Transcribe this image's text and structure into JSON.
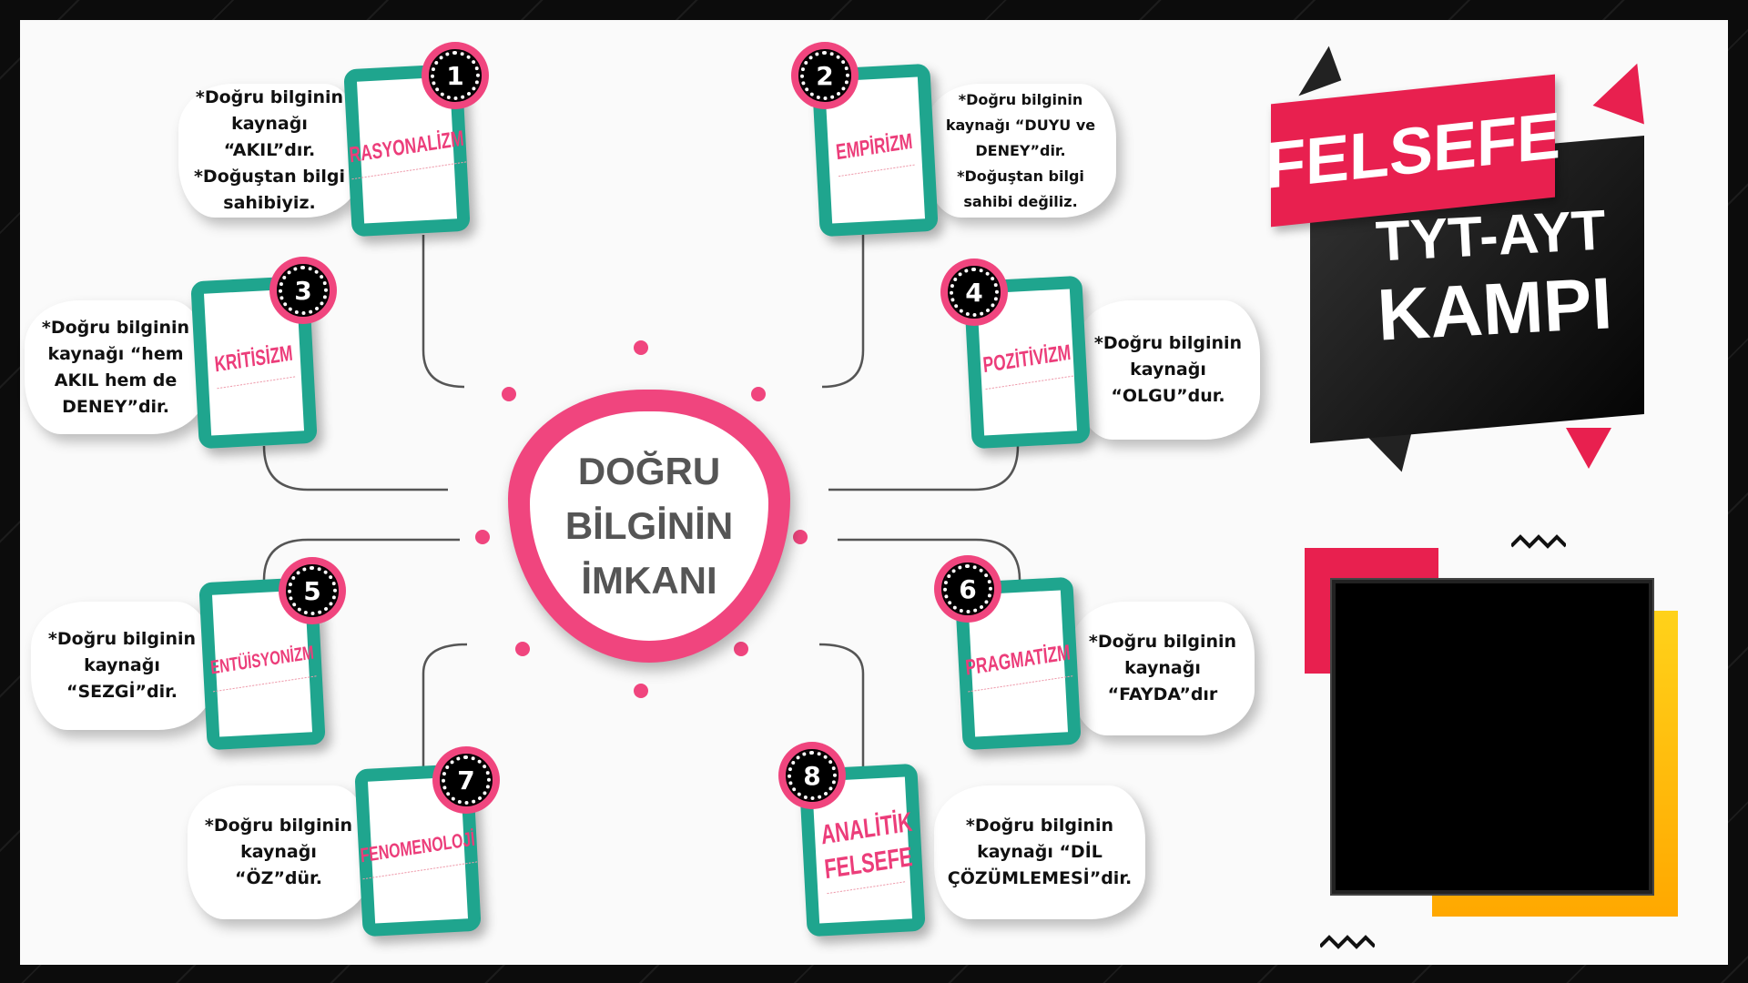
{
  "center": {
    "line1": "DOĞRU",
    "line2": "BİLGİNİN",
    "line3": "İMKANI"
  },
  "items": [
    {
      "number": "1",
      "title": "RASYONALİZM",
      "desc": "*Doğru bilginin kaynağı “AKIL”dır. *Doğuştan bilgi sahibiyiz."
    },
    {
      "number": "2",
      "title": "EMPİRİZM",
      "desc": "*Doğru bilginin kaynağı “DUYU ve DENEY”dir. *Doğuştan bilgi sahibi değiliz."
    },
    {
      "number": "3",
      "title": "KRİTİSİZM",
      "desc": "*Doğru bilginin kaynağı “hem AKIL hem de DENEY”dir."
    },
    {
      "number": "4",
      "title": "POZİTİVİZM",
      "desc": "*Doğru bilginin kaynağı “OLGU”dur."
    },
    {
      "number": "5",
      "title": "ENTÜİSYONİZM",
      "desc": "*Doğru bilginin kaynağı “SEZGİ”dir."
    },
    {
      "number": "6",
      "title": "PRAGMATİZM",
      "desc": "*Doğru bilginin kaynağı “FAYDA”dır"
    },
    {
      "number": "7",
      "title": "FENOMENOLOJİ",
      "desc": "*Doğru bilginin kaynağı “ÖZ”dür."
    },
    {
      "number": "8",
      "title": "ANALİTİK FELSEFE",
      "desc": "*Doğru bilginin kaynağı “DİL ÇÖZÜMLEMESİ”dir."
    }
  ],
  "banner": {
    "title": "FELSEFE",
    "subtitle": "TYT-AYT",
    "subtitle2": "KAMPI"
  },
  "colors": {
    "pink": "#f0457e",
    "teal": "#1fa58e",
    "red": "#e8204f",
    "yellow": "#ffc400"
  }
}
